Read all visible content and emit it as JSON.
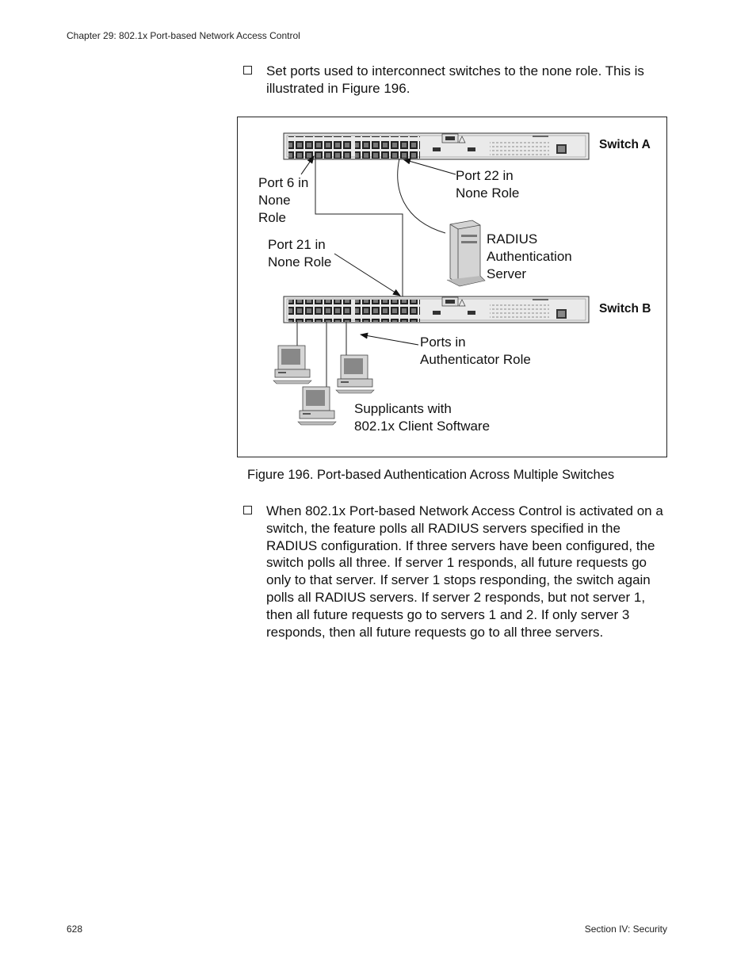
{
  "header": {
    "chapter": "Chapter 29: 802.1x Port-based Network Access Control"
  },
  "bullets": [
    "Set ports used to interconnect switches to the none role. This is illustrated in Figure 196.",
    "When 802.1x Port-based Network Access Control is activated on a switch, the feature polls all RADIUS servers specified in the RADIUS configuration. If three servers have been configured, the switch polls all three. If server 1 responds, all future requests go only to that server. If server 1 stops responding, the switch again polls all RADIUS servers. If server 2 responds, but not server 1, then all future requests go to servers 1 and 2. If only server 3 responds, then all future requests go to all three servers."
  ],
  "figure": {
    "caption": "Figure 196.  Port-based Authentication Across Multiple Switches",
    "labels": {
      "switch_a": "Switch A",
      "switch_b": "Switch B",
      "port6": [
        "Port 6 in",
        "None",
        "Role"
      ],
      "port22": [
        "Port 22 in",
        "None Role"
      ],
      "radius": [
        "RADIUS",
        "Authentication",
        "Server"
      ],
      "port21": [
        "Port 21 in",
        "None Role"
      ],
      "authenticator": [
        "Ports in",
        "Authenticator Role"
      ],
      "supplicants": [
        "Supplicants with",
        "802.1x Client Software"
      ]
    }
  },
  "footer": {
    "page_number": "628",
    "section": "Section IV: Security"
  }
}
